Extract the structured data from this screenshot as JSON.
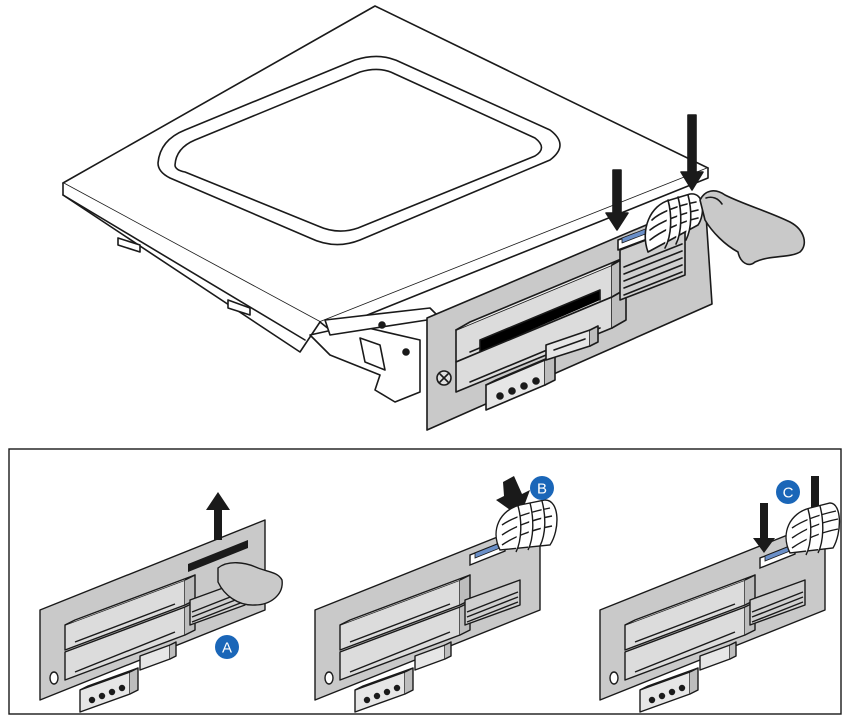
{
  "callouts": {
    "a": "A",
    "b": "B",
    "c": "C"
  },
  "colors": {
    "callout_fill": "#1a66b8",
    "panel_gray": "#c9c9c9",
    "cable_blue": "#6a8fc8",
    "line": "#1a1a1a"
  },
  "icons": {
    "arrow": "down-arrow-icon",
    "arrow_up": "up-arrow-icon",
    "hand": "hand-icon"
  }
}
